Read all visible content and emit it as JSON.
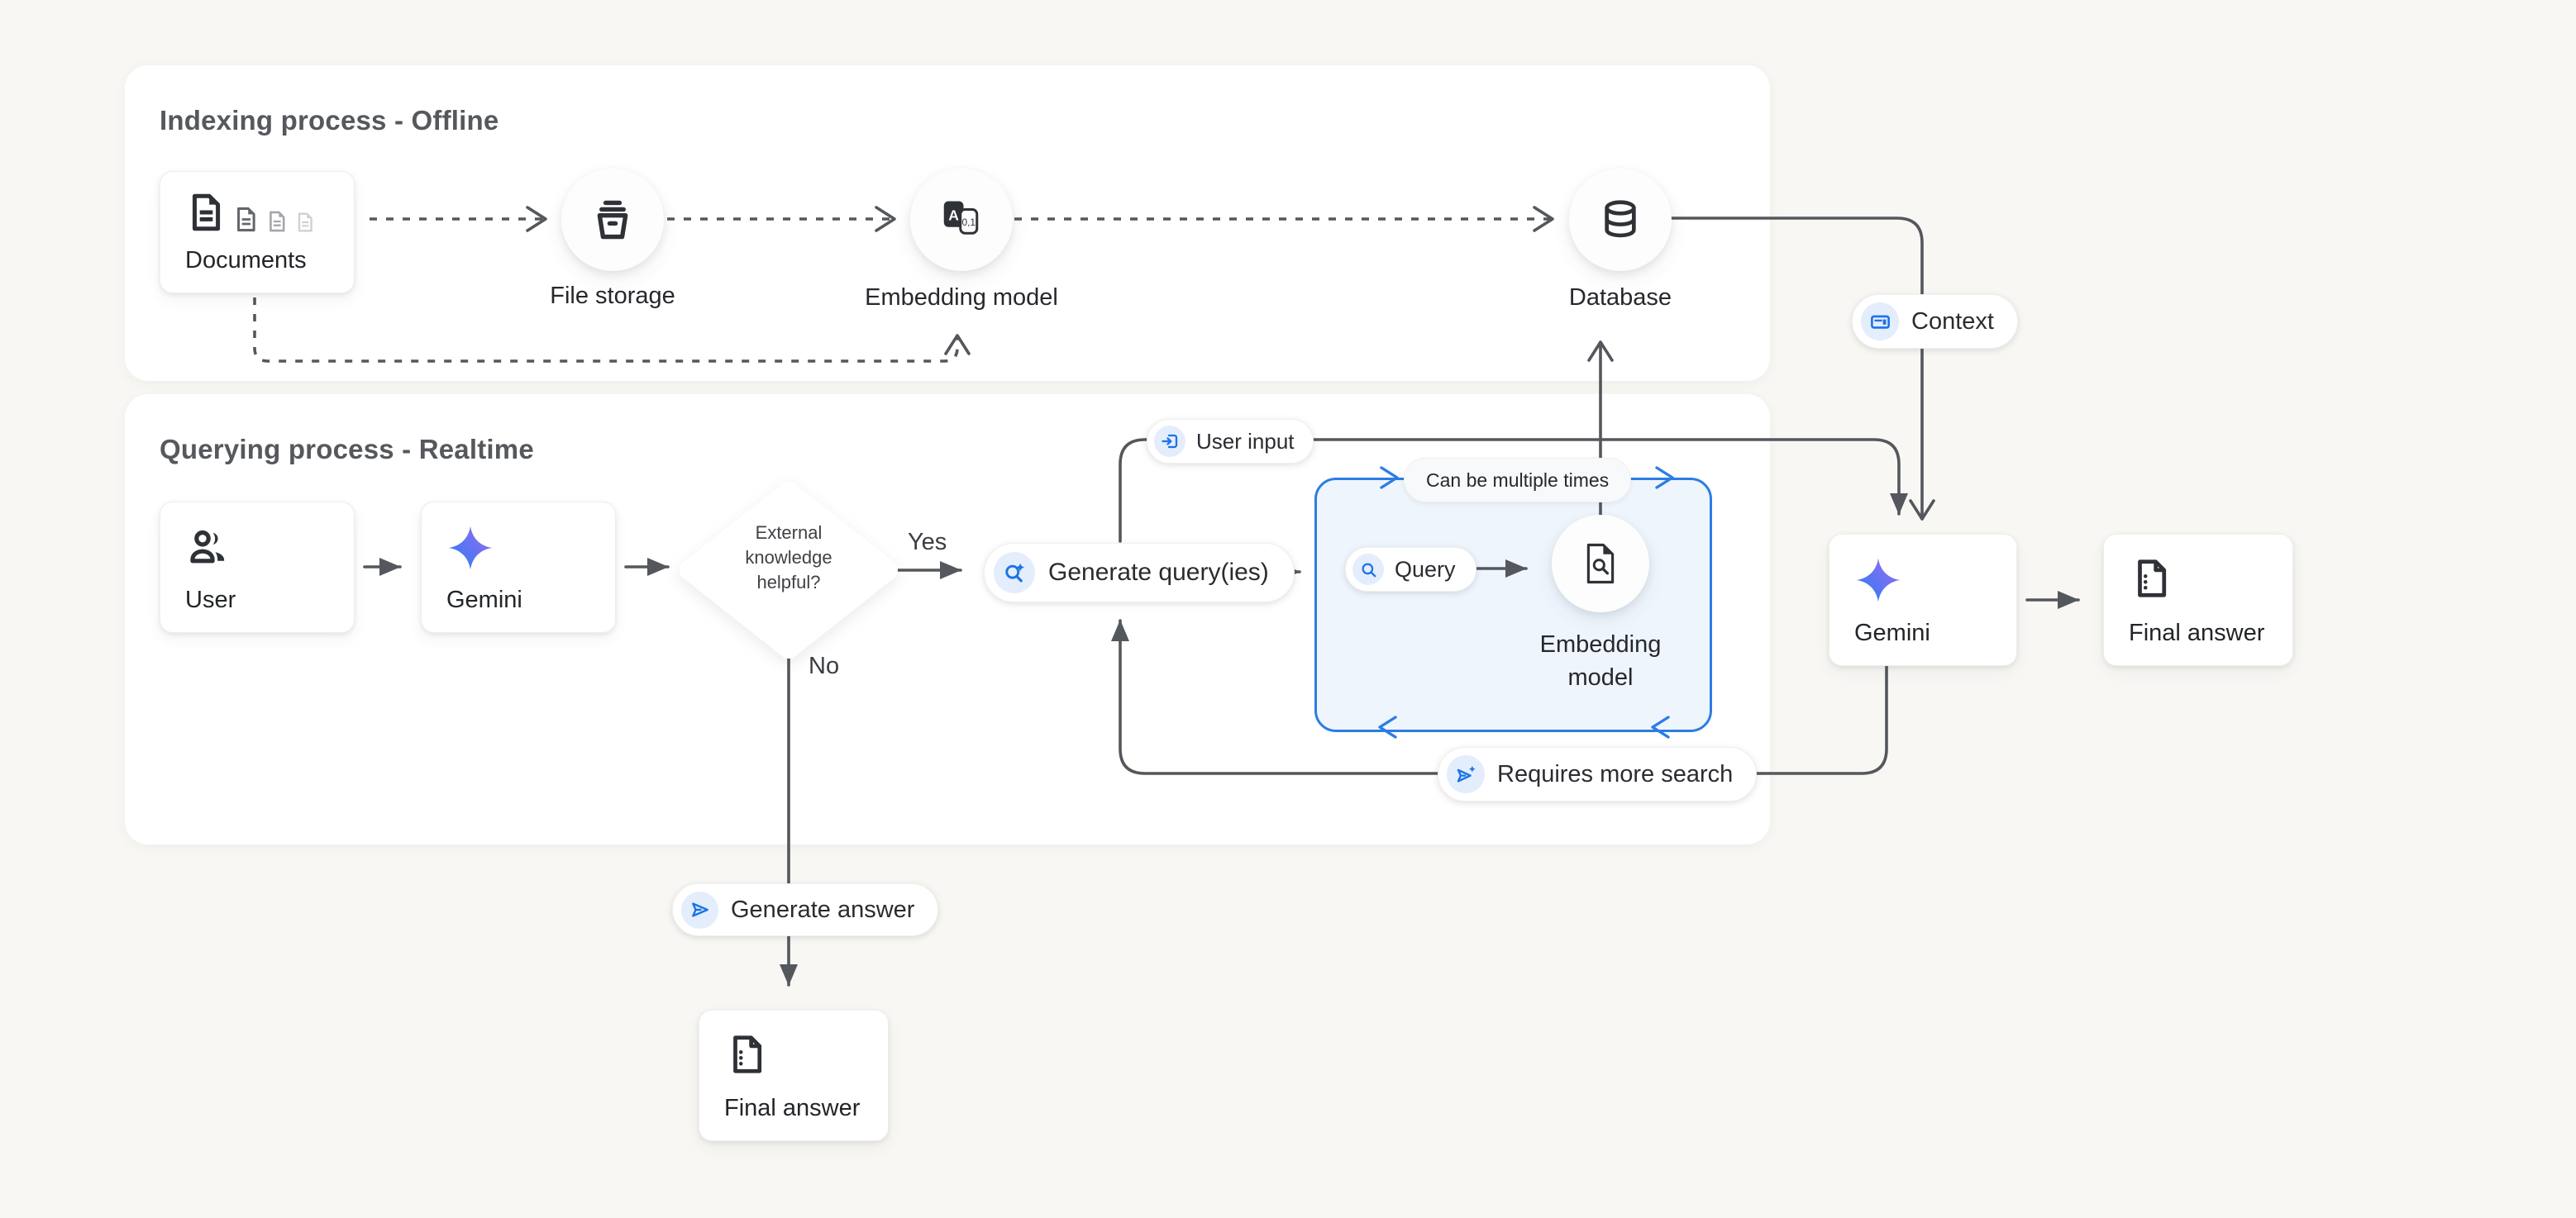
{
  "page": {
    "background": "#f8f7f4"
  },
  "colors": {
    "accent_blue": "#1a73e8",
    "loop_border_blue": "#2b7de3",
    "icon_circle_blue": "#e4edfb",
    "connector_gray": "#54575c",
    "title_gray": "#55585c",
    "gemini_gradient_start": "#2b7bf3",
    "gemini_gradient_end": "#9a6cf2"
  },
  "indexing_panel": {
    "title": "Indexing process - Offline",
    "documents_label": "Documents",
    "file_storage_label": "File storage",
    "embedding_label": "Embedding model",
    "database_label": "Database"
  },
  "context_badge": {
    "label": "Context",
    "icon": "context-icon"
  },
  "querying_panel": {
    "title": "Querying process - Realtime",
    "user_label": "User",
    "gemini_label": "Gemini",
    "decision_line1": "External",
    "decision_line2": "knowledge",
    "decision_line3": "helpful?",
    "yes_label": "Yes",
    "no_label": "No",
    "generate_queries_label": "Generate query(ies)",
    "user_input_label": "User input",
    "loop_note": "Can be multiple times",
    "query_label": "Query",
    "embedding_line1": "Embedding",
    "embedding_line2": "model",
    "gemini2_label": "Gemini",
    "final_answer_right_label": "Final answer",
    "requires_more_search_label": "Requires more search",
    "generate_answer_label": "Generate answer",
    "final_answer_bottom_label": "Final answer"
  },
  "icons": {
    "documents": "documents-stack-icon",
    "file_storage": "storage-bucket-icon",
    "embedding_top": "translate-embedding-icon",
    "database": "database-icon",
    "user": "user-group-icon",
    "gemini": "gemini-star-icon",
    "generate_queries": "search-sparkle-icon",
    "user_input": "input-arrow-icon",
    "query": "search-icon",
    "embedding_query": "document-search-icon",
    "context": "context-article-icon",
    "requires_more_search": "send-sparkle-icon",
    "generate_answer": "send-icon",
    "final_answer": "document-icon"
  }
}
